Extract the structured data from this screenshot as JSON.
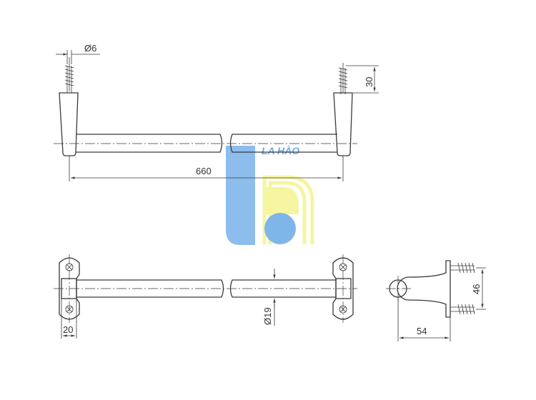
{
  "watermark": {
    "text": "LA HÀO",
    "blue": "#7fb6ea",
    "yellow": "#f6f5a0"
  },
  "dimensions": {
    "screw_diameter": "Ø6",
    "screw_length": "30",
    "overall_length": "660",
    "bar_diameter": "Ø19",
    "bracket_width": "20",
    "side_depth": "54",
    "side_height": "46"
  },
  "colors": {
    "line": "#3a3a3a",
    "background": "#ffffff"
  }
}
